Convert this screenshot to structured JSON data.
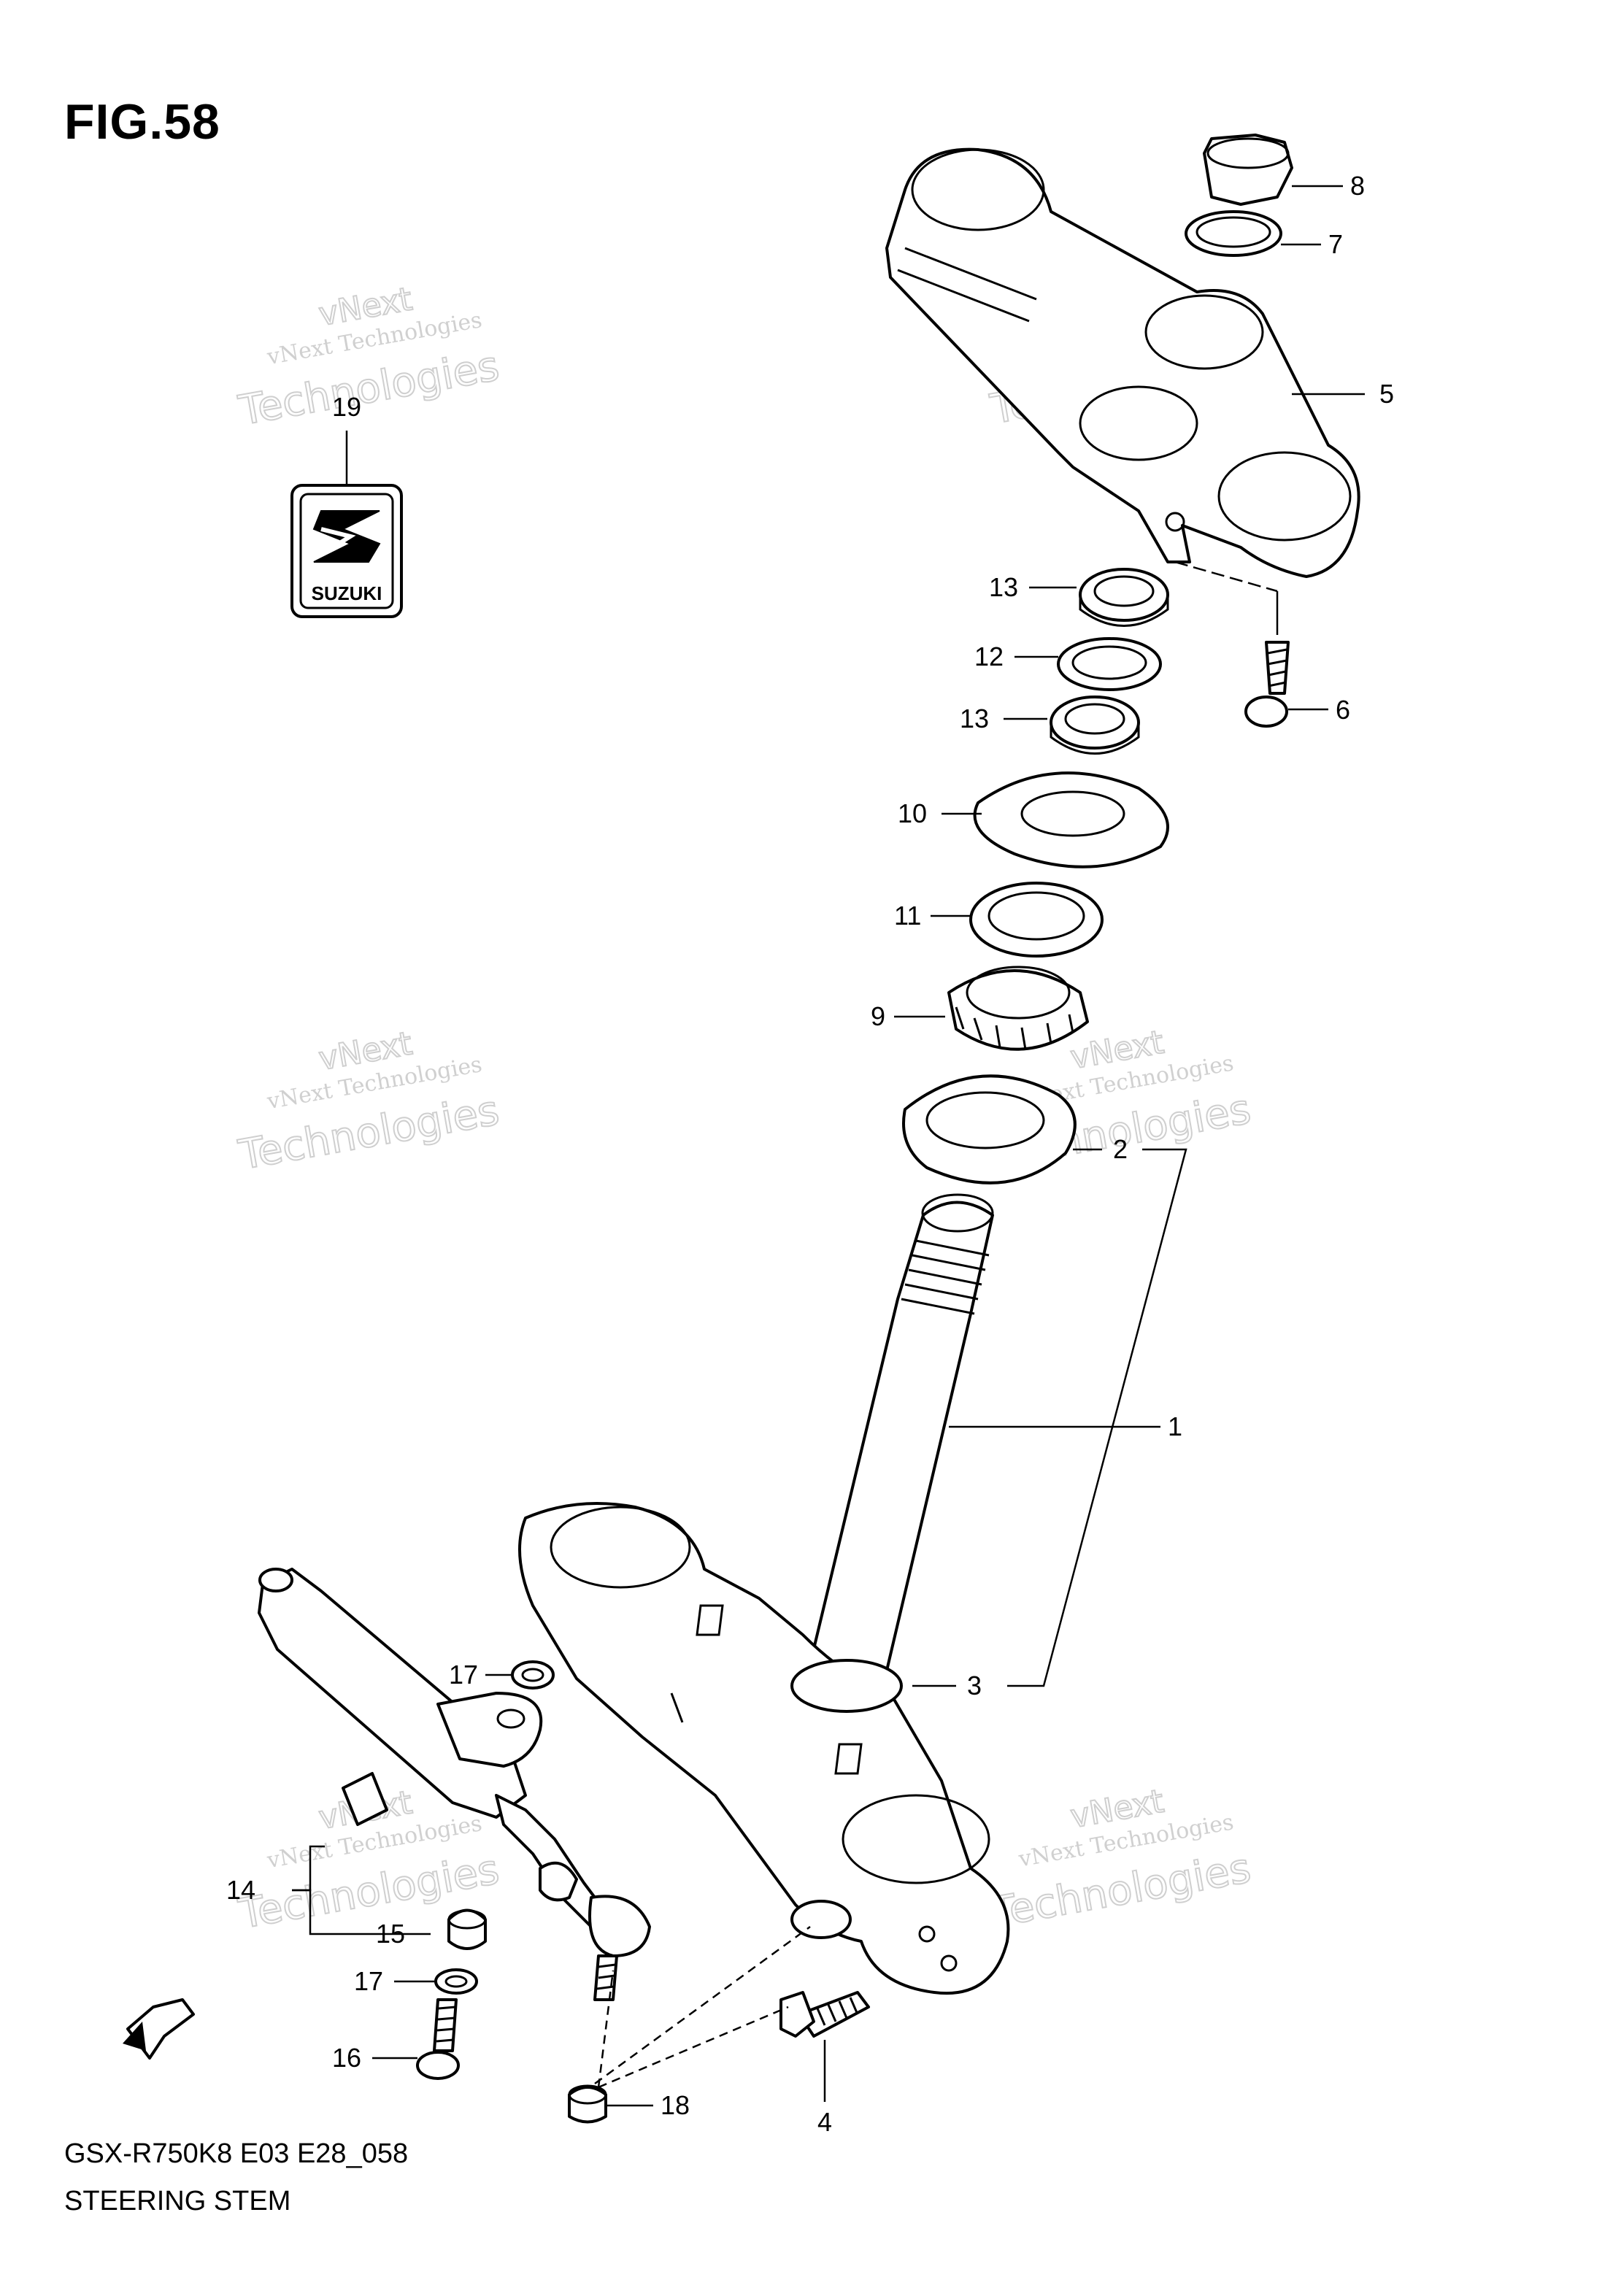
{
  "figure": {
    "title": "FIG.58",
    "model_code": "GSX-R750K8 E03 E28_058",
    "section_name": "STEERING STEM"
  },
  "watermark": {
    "line1": "vNext Technologies",
    "line2": "Technologies",
    "line3": "vNext"
  },
  "badge": {
    "text": "SUZUKI"
  },
  "fwd_label": "FWD",
  "callouts": {
    "c1": "1",
    "c2": "2",
    "c3": "3",
    "c4": "4",
    "c5": "5",
    "c6": "6",
    "c7": "7",
    "c8": "8",
    "c9": "9",
    "c10": "10",
    "c11": "11",
    "c12": "12",
    "c13a": "13",
    "c13b": "13",
    "c14": "14",
    "c15": "15",
    "c16": "16",
    "c17a": "17",
    "c17b": "17",
    "c18": "18",
    "c19": "19"
  }
}
